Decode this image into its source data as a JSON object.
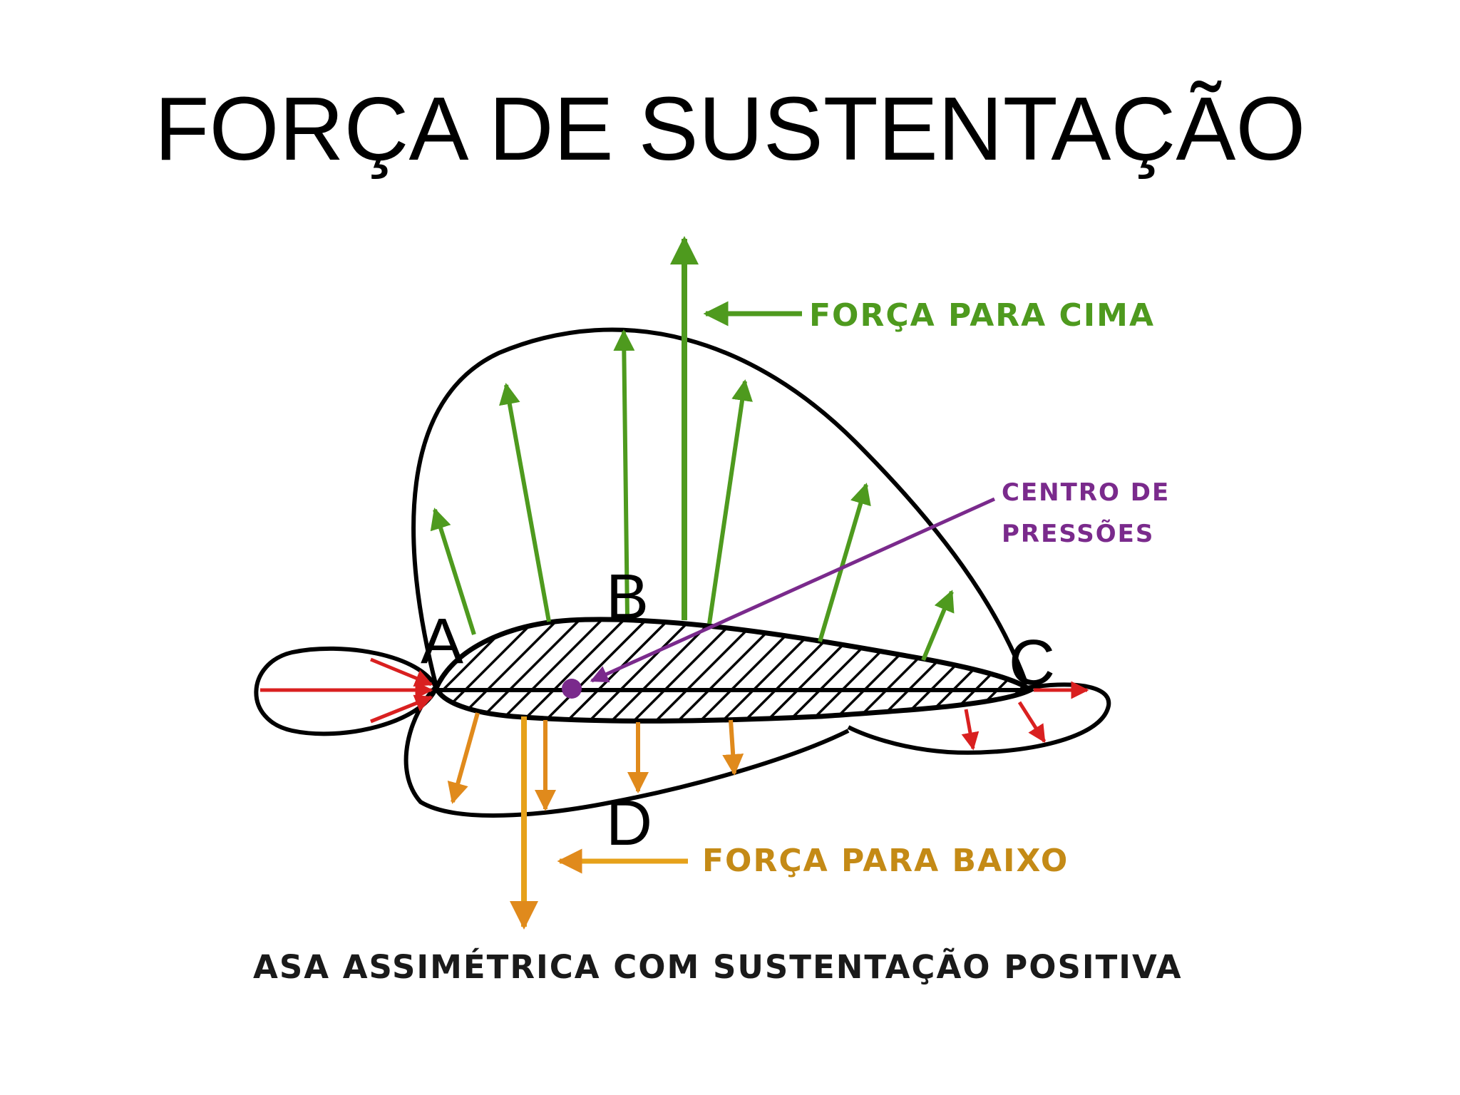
{
  "title": "FORÇA DE SUSTENTAÇÃO",
  "labels": {
    "up_force": "FORÇA PARA CIMA",
    "down_force": "FORÇA PARA BAIXO",
    "pressure_center_line1": "CENTRO DE",
    "pressure_center_line2": "PRESSÕES",
    "caption": "ASA ASSIMÉTRICA COM SUSTENTAÇÃO POSITIVA"
  },
  "points": {
    "a": "A",
    "b": "B",
    "c": "C",
    "d": "D"
  },
  "colors": {
    "up_force": "#4e9a1e",
    "down_force": "#e6a11a",
    "lower_arrows": "#e08a1c",
    "front_arrows": "#d92020",
    "pressure_center": "#7a2a8c",
    "outline": "#000000"
  }
}
